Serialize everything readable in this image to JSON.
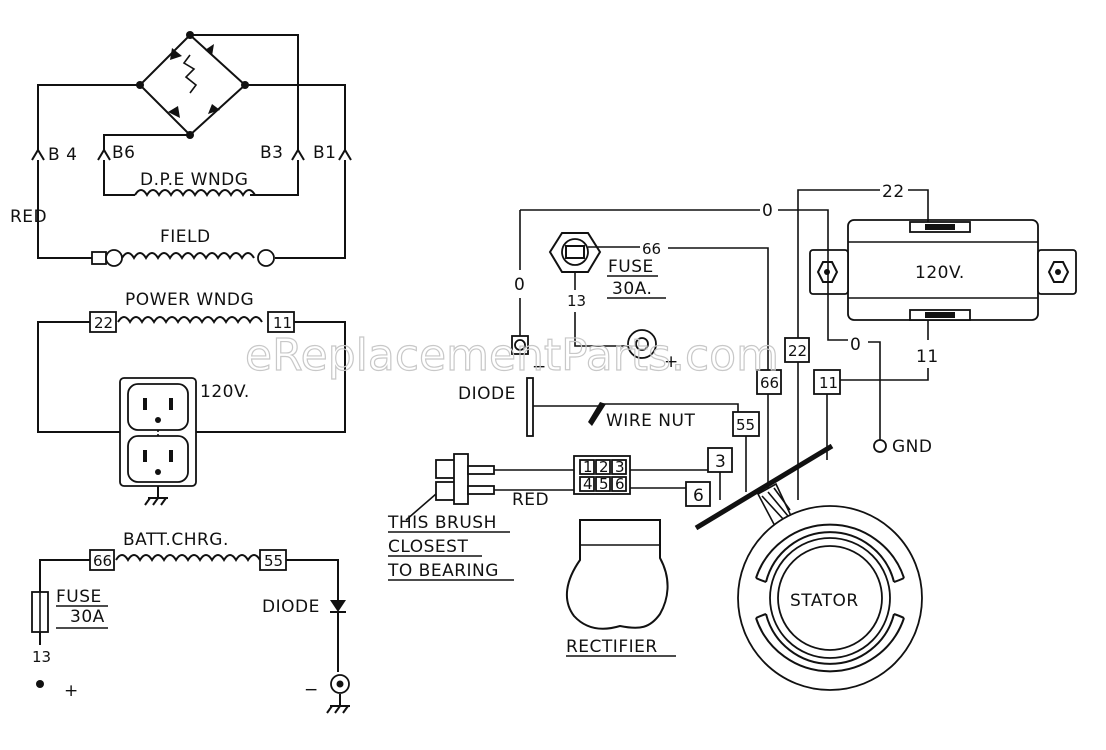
{
  "watermark": "eReplacementParts.com",
  "left_schematic": {
    "terminals": {
      "b4": "B 4",
      "b6": "B6",
      "b3": "B3",
      "b1": "B1"
    },
    "dpe_winding": "D.P.E WNDG",
    "red_label": "RED",
    "field_label": "FIELD",
    "power_winding": "POWER WNDG",
    "wire_22": "22",
    "wire_11": "11",
    "outlet_voltage": "120V.",
    "batt_charge": "BATT.CHRG.",
    "wire_66": "66",
    "wire_55": "55",
    "fuse_label": "FUSE",
    "fuse_rating": "30A",
    "wire_13": "13",
    "plus": "+",
    "minus": "−",
    "diode_label": "DIODE"
  },
  "right_wiring": {
    "wire_0_top": "0",
    "wire_22_top": "22",
    "transformer_voltage": "120V.",
    "wire_0_left": "0",
    "wire_66": "66",
    "fuse_label": "FUSE",
    "fuse_rating": "30A.",
    "wire_13": "13",
    "minus": "−",
    "plus": "+",
    "diode_label": "DIODE",
    "wire_nut": "WIRE NUT",
    "tag_22": "22",
    "tag_66": "66",
    "tag_11": "11",
    "tag_55": "55",
    "tag_3": "3",
    "tag_6": "6",
    "wire_0_right": "0",
    "wire_11_right": "11",
    "gnd": "GND",
    "terminal_block": [
      "1",
      "2",
      "3",
      "4",
      "5",
      "6"
    ],
    "red_label": "RED",
    "brush_note": [
      "THIS BRUSH",
      "CLOSEST",
      "TO BEARING"
    ],
    "rectifier": "RECTIFIER",
    "stator": "STATOR"
  }
}
